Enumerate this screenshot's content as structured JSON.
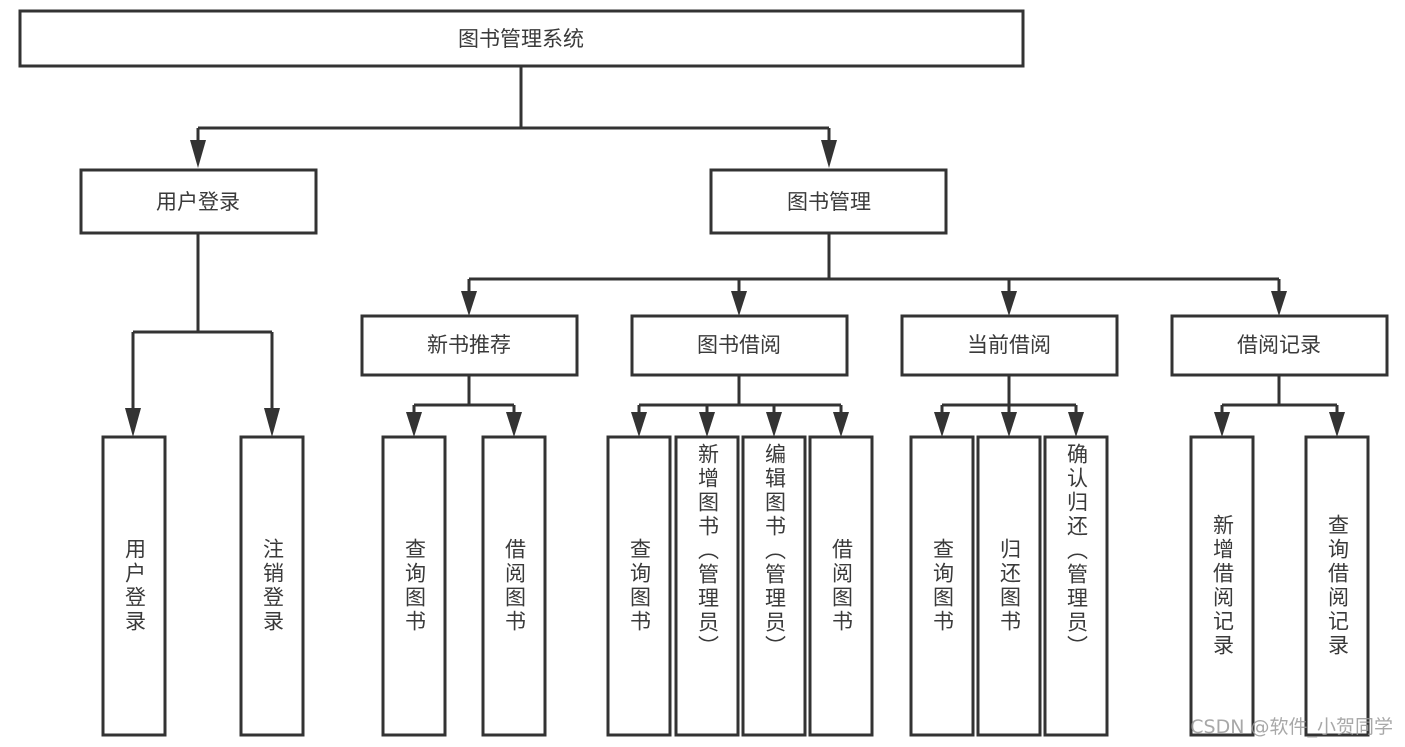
{
  "diagram": {
    "type": "tree-hierarchy",
    "title": "图书管理系统",
    "orientation": "top-down",
    "colors": {
      "stroke": "#333333",
      "box_fill": "#ffffff",
      "text": "#3a3a3a",
      "background": "#ffffff",
      "watermark": "#9a9a9a"
    },
    "root": {
      "label": "图书管理系统"
    },
    "level2": [
      {
        "label": "用户登录"
      },
      {
        "label": "图书管理"
      }
    ],
    "level3": [
      {
        "label": "新书推荐"
      },
      {
        "label": "图书借阅"
      },
      {
        "label": "当前借阅"
      },
      {
        "label": "借阅记录"
      }
    ],
    "leaves": {
      "user_login": [
        {
          "label": "用户登录"
        },
        {
          "label": "注销登录"
        }
      ],
      "new_book": [
        {
          "label": "查询图书"
        },
        {
          "label": "借阅图书"
        }
      ],
      "book_borrow": [
        {
          "label": "查询图书"
        },
        {
          "label": "新增图书（管理员）"
        },
        {
          "label": "编辑图书（管理员）"
        },
        {
          "label": "借阅图书"
        }
      ],
      "current_borrow": [
        {
          "label": "查询图书"
        },
        {
          "label": "归还图书"
        },
        {
          "label": "确认归还（管理员）"
        }
      ],
      "borrow_record": [
        {
          "label": "新增借阅记录"
        },
        {
          "label": "查询借阅记录"
        }
      ]
    }
  },
  "watermark": {
    "text": "CSDN @软件_小贺同学"
  }
}
